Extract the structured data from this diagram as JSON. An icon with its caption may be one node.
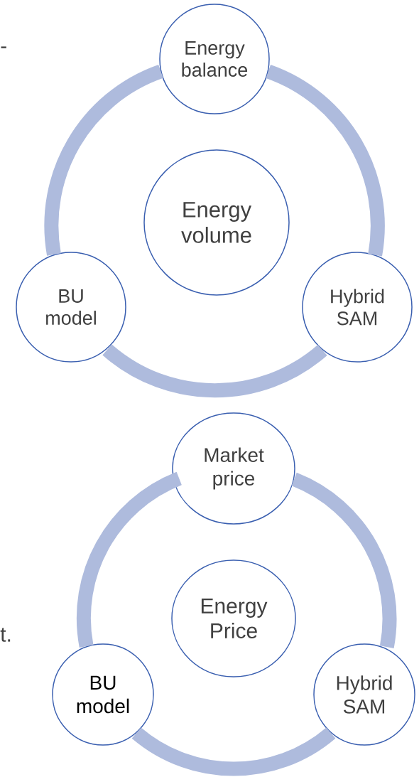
{
  "diagram": {
    "nodes": [
      {
        "text": [
          "Energy balance"
        ]
      },
      {
        "text": [
          "Energy volume"
        ]
      },
      {
        "text": [
          "BU model"
        ]
      },
      {
        "text": [
          "Hybrid SAM"
        ]
      },
      {
        "text": [
          "Market price"
        ]
      },
      {
        "text": [
          "Energy Price"
        ]
      },
      {
        "text": [
          "BU model"
        ]
      },
      {
        "text": [
          "Hybrid SAM"
        ]
      }
    ],
    "edges": [
      {
        "from": 0,
        "to": 3,
        "arrow": "none"
      },
      {
        "from": 3,
        "to": 2,
        "arrow": "none"
      },
      {
        "from": 2,
        "to": 0,
        "arrow": "none"
      },
      {
        "from": 4,
        "to": 7,
        "arrow": "none"
      },
      {
        "from": 7,
        "to": 6,
        "arrow": "none"
      },
      {
        "from": 6,
        "to": 4,
        "arrow": "none"
      }
    ],
    "labels": [
      "-",
      "t."
    ]
  }
}
